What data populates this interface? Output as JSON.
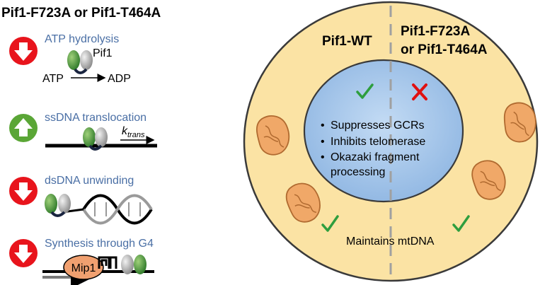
{
  "left_panel": {
    "title": "Pif1-F723A or Pif1-T464A",
    "rows": [
      {
        "label": "ATP hydrolysis",
        "direction": "down"
      },
      {
        "label": "ssDNA translocation",
        "direction": "up"
      },
      {
        "label": "dsDNA unwinding",
        "direction": "down"
      },
      {
        "label": "Synthesis through G4",
        "direction": "down"
      }
    ],
    "pif1_label": "Pif1",
    "atp_label": "ATP",
    "adp_label": "ADP",
    "k_symbol": "k",
    "k_subscript": "trans",
    "mip1_label": "Mip1"
  },
  "cell": {
    "wt_header": "Pif1-WT",
    "mut_header_line1": "Pif1-F723A",
    "mut_header_line2": "or Pif1-T464A",
    "nucleus_functions": [
      "Suppresses GCRs",
      "Inhibits telomerase",
      "Okazaki fragment",
      "processing"
    ],
    "mito_function": "Maintains mtDNA"
  },
  "colors": {
    "down_badge": "#e8141c",
    "up_badge": "#5aa636",
    "cell_fill": "#fbe3a4",
    "nucleus_fill": "#a8c8ec",
    "mito_fill": "#f0a868",
    "check": "#2e9e3e",
    "cross": "#e01010",
    "label_blue": "#4a6fa5"
  }
}
